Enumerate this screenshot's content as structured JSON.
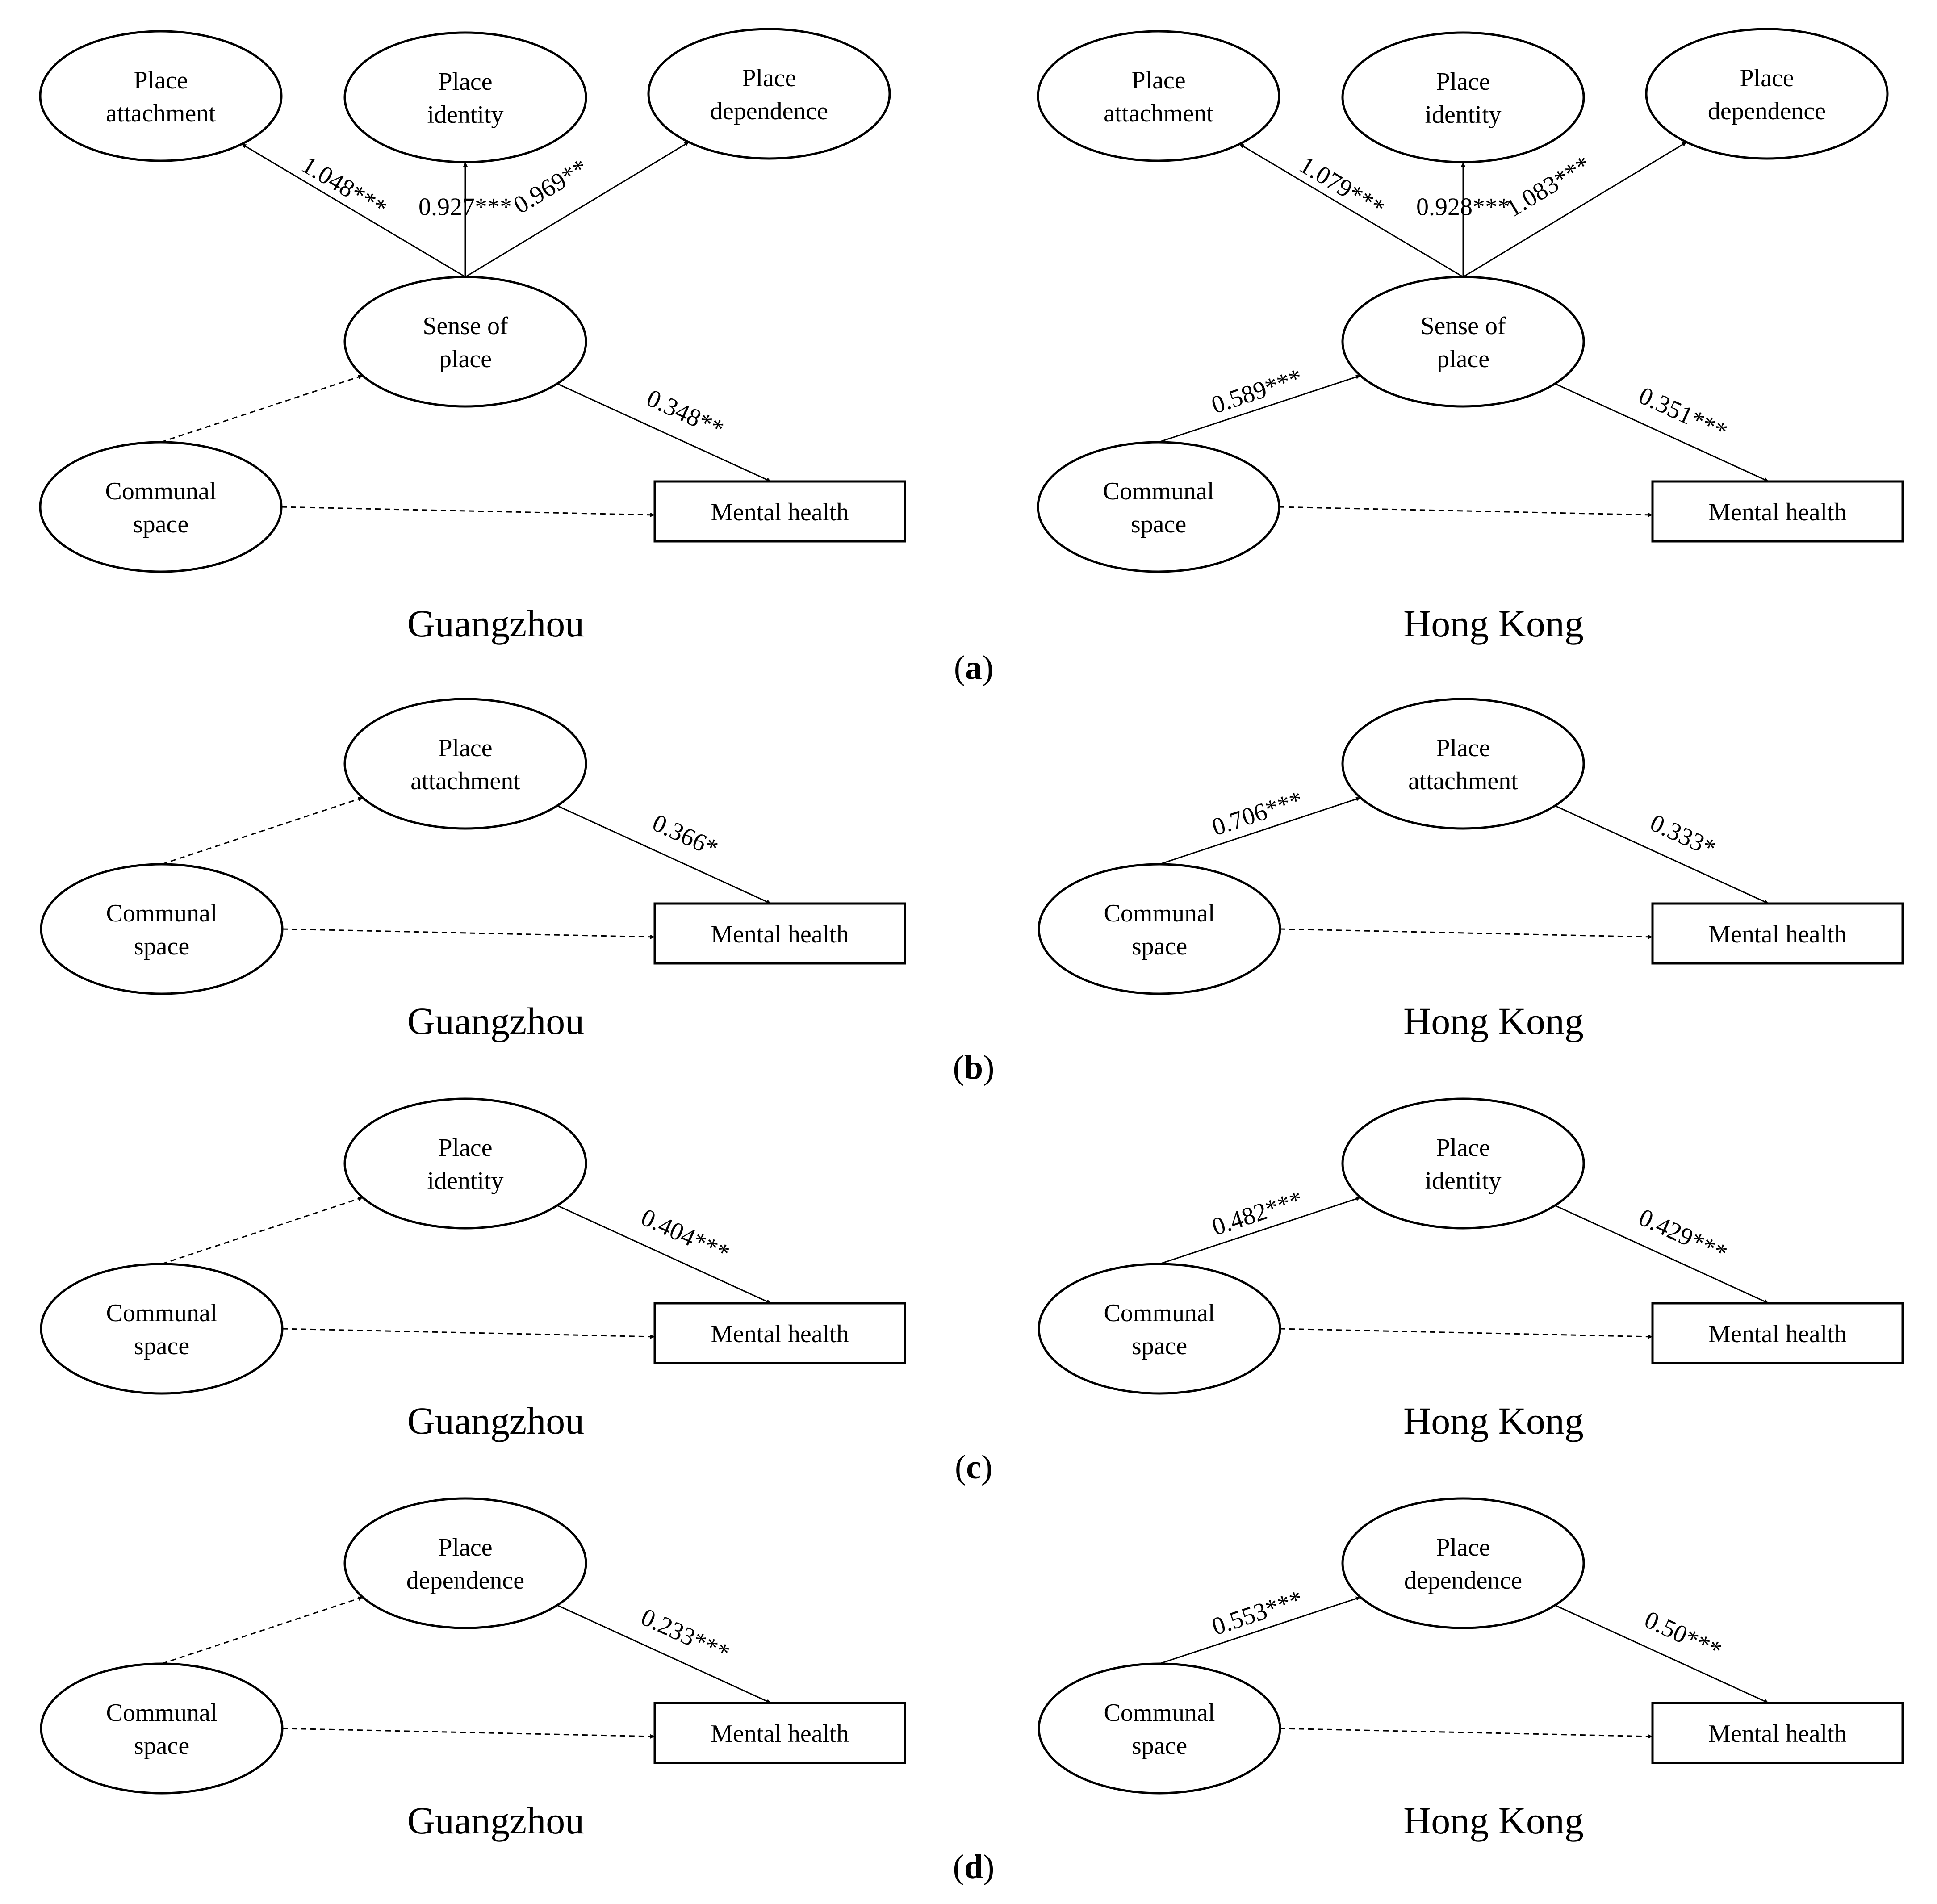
{
  "panels": [
    {
      "label": "a",
      "diagrams": [
        {
          "city": "Guangzhou",
          "nodes": {
            "attach": [
              "Place",
              "attachment"
            ],
            "ident": [
              "Place",
              "identity"
            ],
            "depend": [
              "Place",
              "dependence"
            ],
            "mediator": [
              "Sense of",
              "place"
            ],
            "communal": [
              "Communal",
              "space"
            ],
            "mental": [
              "Mental health"
            ]
          },
          "edges": {
            "med_attach": "1.048***",
            "med_ident": "0.927***",
            "med_depend": "0.969**",
            "comm_med": "",
            "med_mental": "0.348**",
            "comm_mental": ""
          }
        },
        {
          "city": "Hong Kong",
          "nodes": {
            "attach": [
              "Place",
              "attachment"
            ],
            "ident": [
              "Place",
              "identity"
            ],
            "depend": [
              "Place",
              "dependence"
            ],
            "mediator": [
              "Sense of",
              "place"
            ],
            "communal": [
              "Communal",
              "space"
            ],
            "mental": [
              "Mental health"
            ]
          },
          "edges": {
            "med_attach": "1.079***",
            "med_ident": "0.928***",
            "med_depend": "1.083***",
            "comm_med": "0.589***",
            "med_mental": "0.351***",
            "comm_mental": ""
          }
        }
      ]
    },
    {
      "label": "b",
      "diagrams": [
        {
          "city": "Guangzhou",
          "nodes": {
            "mediator": [
              "Place",
              "attachment"
            ],
            "communal": [
              "Communal",
              "space"
            ],
            "mental": [
              "Mental health"
            ]
          },
          "edges": {
            "comm_med": "",
            "med_mental": "0.366*",
            "comm_mental": ""
          }
        },
        {
          "city": "Hong Kong",
          "nodes": {
            "mediator": [
              "Place",
              "attachment"
            ],
            "communal": [
              "Communal",
              "space"
            ],
            "mental": [
              "Mental health"
            ]
          },
          "edges": {
            "comm_med": "0.706***",
            "med_mental": "0.333*",
            "comm_mental": ""
          }
        }
      ]
    },
    {
      "label": "c",
      "diagrams": [
        {
          "city": "Guangzhou",
          "nodes": {
            "mediator": [
              "Place",
              "identity"
            ],
            "communal": [
              "Communal",
              "space"
            ],
            "mental": [
              "Mental health"
            ]
          },
          "edges": {
            "comm_med": "",
            "med_mental": "0.404***",
            "comm_mental": ""
          }
        },
        {
          "city": "Hong Kong",
          "nodes": {
            "mediator": [
              "Place",
              "identity"
            ],
            "communal": [
              "Communal",
              "space"
            ],
            "mental": [
              "Mental health"
            ]
          },
          "edges": {
            "comm_med": "0.482***",
            "med_mental": "0.429***",
            "comm_mental": ""
          }
        }
      ]
    },
    {
      "label": "d",
      "diagrams": [
        {
          "city": "Guangzhou",
          "nodes": {
            "mediator": [
              "Place",
              "dependence"
            ],
            "communal": [
              "Communal",
              "space"
            ],
            "mental": [
              "Mental health"
            ]
          },
          "edges": {
            "comm_med": "",
            "med_mental": "0.233***",
            "comm_mental": ""
          }
        },
        {
          "city": "Hong Kong",
          "nodes": {
            "mediator": [
              "Place",
              "dependence"
            ],
            "communal": [
              "Communal",
              "space"
            ],
            "mental": [
              "Mental health"
            ]
          },
          "edges": {
            "comm_med": "0.553***",
            "med_mental": "0.50***",
            "comm_mental": ""
          }
        }
      ]
    }
  ]
}
